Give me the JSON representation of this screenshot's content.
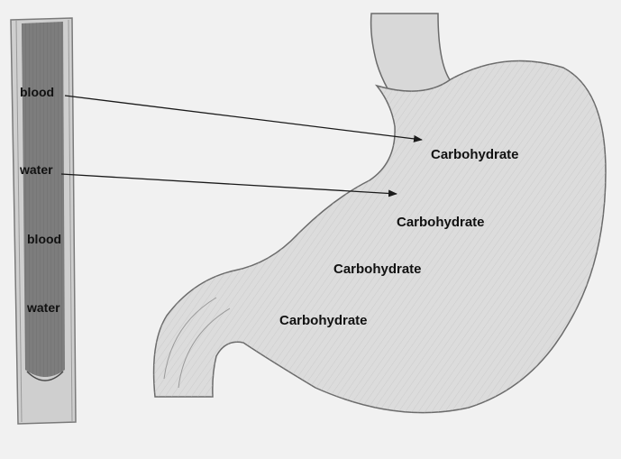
{
  "vessel_labels": [
    "blood",
    "water",
    "blood",
    "water"
  ],
  "stomach_labels": [
    "Carbohydrate",
    "Carbohydrate",
    "Carbohydrate",
    "Carbohydrate"
  ],
  "colors": {
    "background": "#f1f1f1",
    "vessel_inside": "#7d7d7d",
    "vessel_wall": "#cfcfcf",
    "stomach_fill": "#dcdcdc",
    "outline": "#6b6b6b",
    "arrow": "#1a1a1a"
  }
}
